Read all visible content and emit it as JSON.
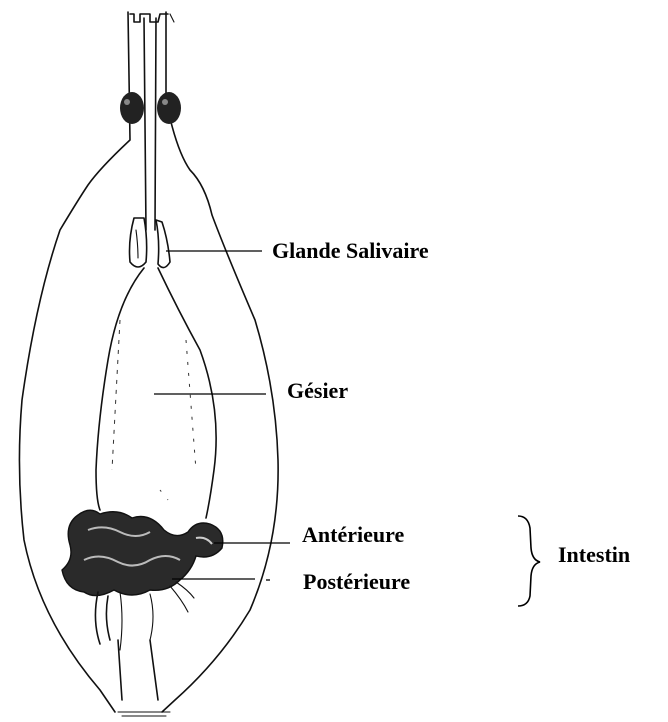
{
  "labels": {
    "glande_salivaire": "Glande Salivaire",
    "gesier": "Gésier",
    "anterieure": "Antérieure",
    "posterieure": "Postérieure",
    "intestin": "Intestin"
  }
}
